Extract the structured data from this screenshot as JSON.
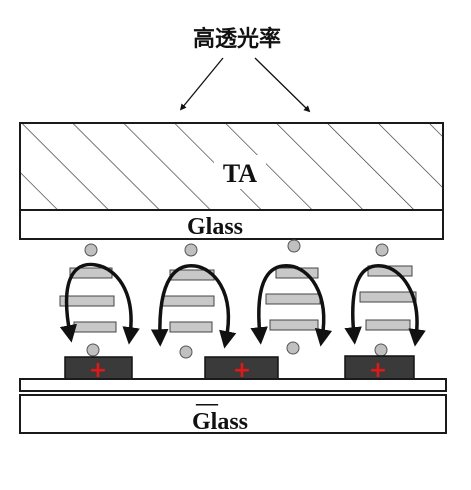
{
  "title": "高透光率",
  "ta_label": "TA",
  "glass_top_label": "Glass",
  "glass_bottom_label": "Glass",
  "minus_sign": "—",
  "electrode_signs": [
    "+",
    "+",
    "+"
  ],
  "colors": {
    "outline": "#1a1a1a",
    "hatch": "#333333",
    "electrode": "#3a3a3a",
    "plus": "#e01818",
    "molecule_fill": "#c8c8c8",
    "particle_fill": "#c0c0c0"
  }
}
